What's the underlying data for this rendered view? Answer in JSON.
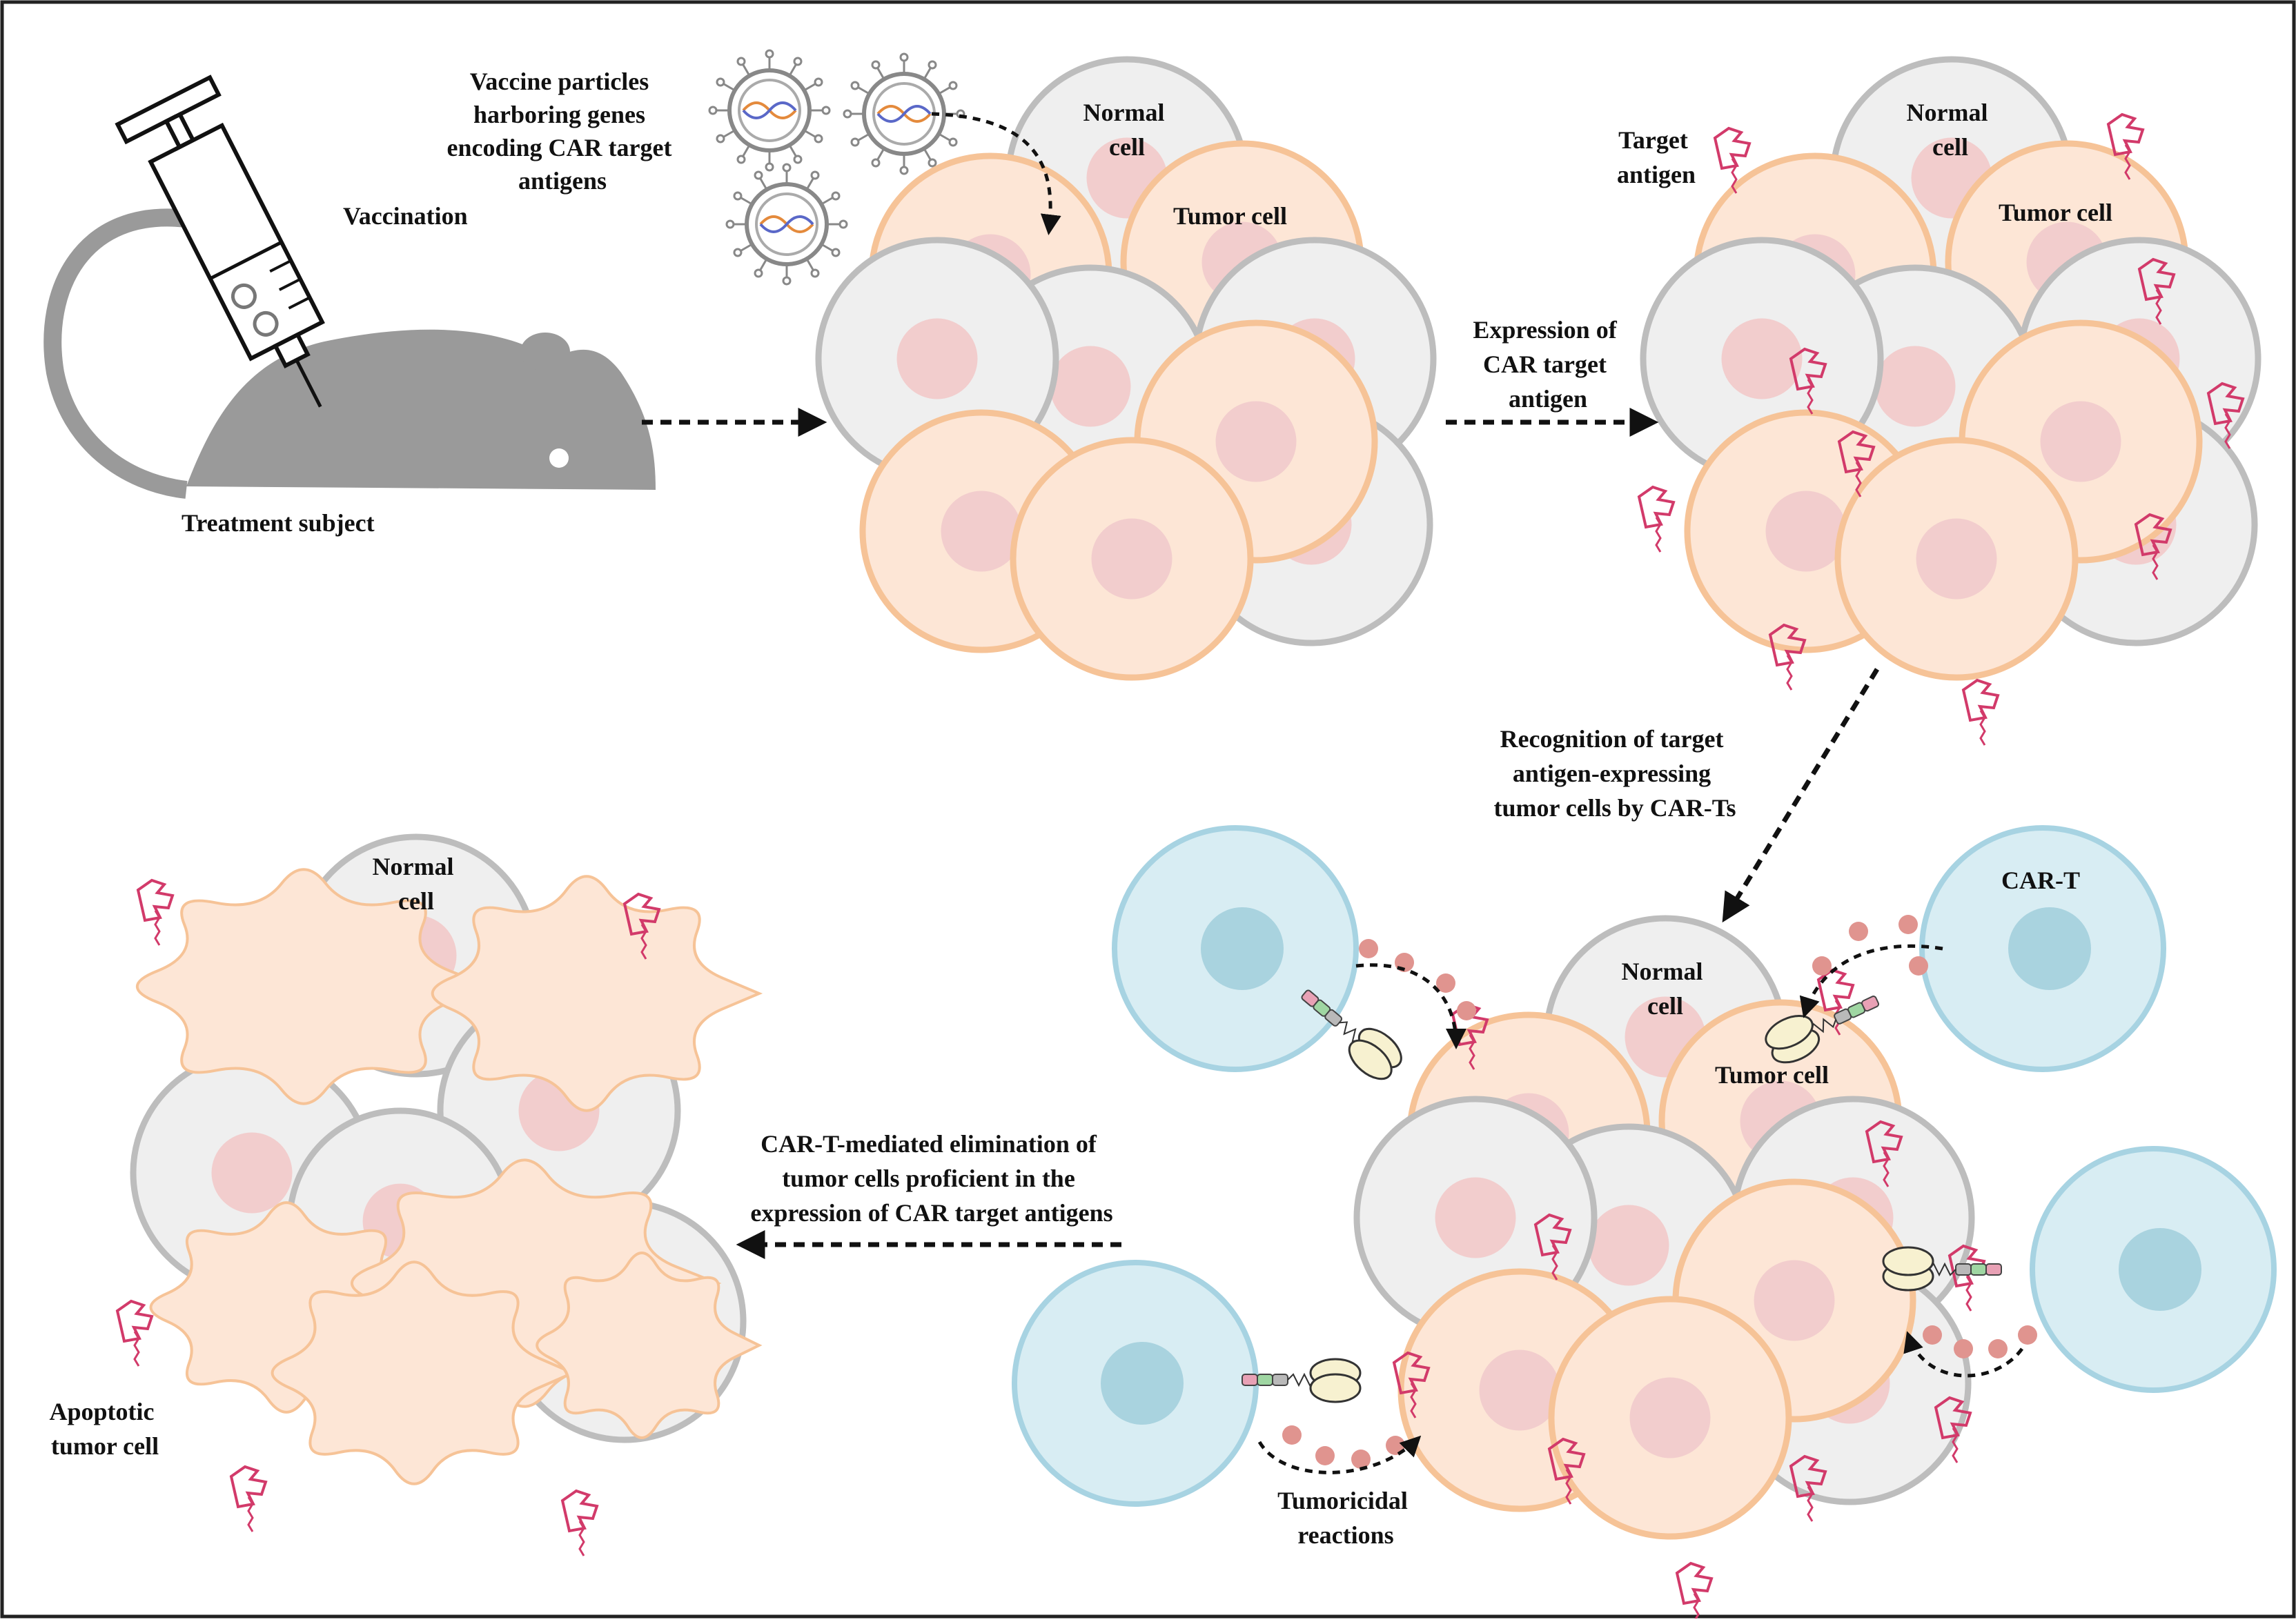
{
  "labels": {
    "vaccine_particles": [
      "Vaccine particles",
      "harboring genes",
      "encoding CAR target",
      "antigens"
    ],
    "vaccination": "Vaccination",
    "treatment_subject": "Treatment subject",
    "normal_cell": [
      "Normal",
      "cell"
    ],
    "tumor_cell": "Tumor cell",
    "target_antigen": [
      "Target",
      "antigen"
    ],
    "expression": [
      "Expression of",
      "CAR target",
      "antigen"
    ],
    "recognition": [
      "Recognition of target",
      "antigen-expressing",
      "tumor cells by CAR-Ts"
    ],
    "car_t": "CAR-T",
    "elimination": [
      "CAR-T-mediated elimination of",
      "tumor cells proficient in the",
      "expression of CAR target antigens"
    ],
    "tumoricidal": [
      "Tumoricidal",
      "reactions"
    ],
    "apoptotic": [
      "Apoptotic",
      "tumor cell"
    ]
  },
  "colors": {
    "normal_fill": "#efefef",
    "normal_stroke": "#bdbdbd",
    "tumor_fill": "#fde6d6",
    "tumor_stroke": "#f6c397",
    "nucleus": "#f2cdcd",
    "cart_fill": "#d8edf3",
    "cart_stroke": "#a7d3e2",
    "cart_nucleus": "#a9d3df",
    "mouse": "#9a9a9a",
    "antigen": "#d23a6a",
    "cytokine": "#e0948f"
  }
}
